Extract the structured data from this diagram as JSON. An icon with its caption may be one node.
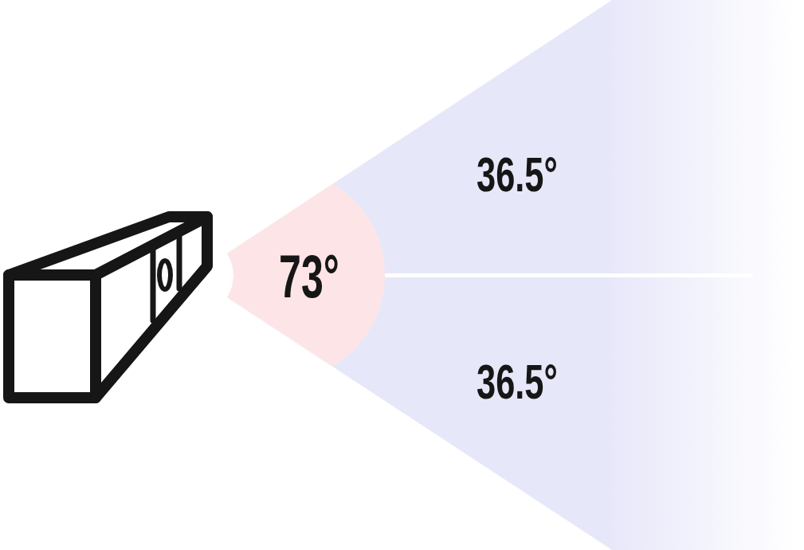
{
  "diagram": {
    "labels": [
      "36.5°",
      "73°",
      "36.5°"
    ]
  }
}
